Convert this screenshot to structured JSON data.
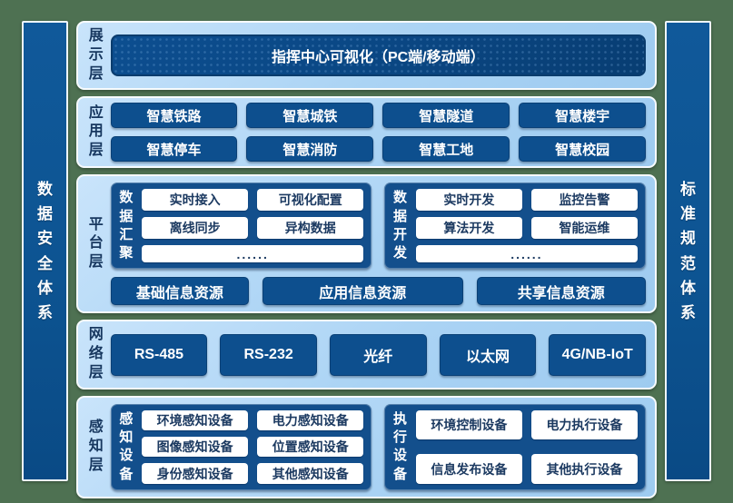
{
  "pillars": {
    "left": "数据安全体系",
    "right": "标准规范体系"
  },
  "layers": {
    "display": {
      "label": "展示层",
      "title": "指挥中心可视化（PC端/移动端）"
    },
    "application": {
      "label": "应用层",
      "rows": [
        [
          "智慧铁路",
          "智慧城铁",
          "智慧隧道",
          "智慧楼宇"
        ],
        [
          "智慧停车",
          "智慧消防",
          "智慧工地",
          "智慧校园"
        ]
      ]
    },
    "platform": {
      "label": "平台层",
      "groups": [
        {
          "name": "数据汇聚",
          "items": [
            "实时接入",
            "可视化配置",
            "离线同步",
            "异构数据"
          ],
          "more": "......"
        },
        {
          "name": "数据开发",
          "items": [
            "实时开发",
            "监控告警",
            "算法开发",
            "智能运维"
          ],
          "more": "......"
        }
      ],
      "resources": [
        "基础信息资源",
        "应用信息资源",
        "共享信息资源"
      ]
    },
    "network": {
      "label": "网络层",
      "items": [
        "RS-485",
        "RS-232",
        "光纤",
        "以太网",
        "4G/NB-IoT"
      ]
    },
    "perception": {
      "label": "感知层",
      "groups": [
        {
          "name": "感知设备",
          "items": [
            "环境感知设备",
            "电力感知设备",
            "图像感知设备",
            "位置感知设备",
            "身份感知设备",
            "其他感知设备"
          ]
        },
        {
          "name": "执行设备",
          "items": [
            "环境控制设备",
            "电力执行设备",
            "信息发布设备",
            "其他执行设备"
          ]
        }
      ]
    }
  },
  "colors": {
    "canvas_green": "#4e7152",
    "panel_blue": "#a9d2f3",
    "deep_blue": "#0c4f8e",
    "navy_border": "#0a3c6d",
    "group_blue": "#134f8c",
    "text_navy": "#17375f"
  }
}
